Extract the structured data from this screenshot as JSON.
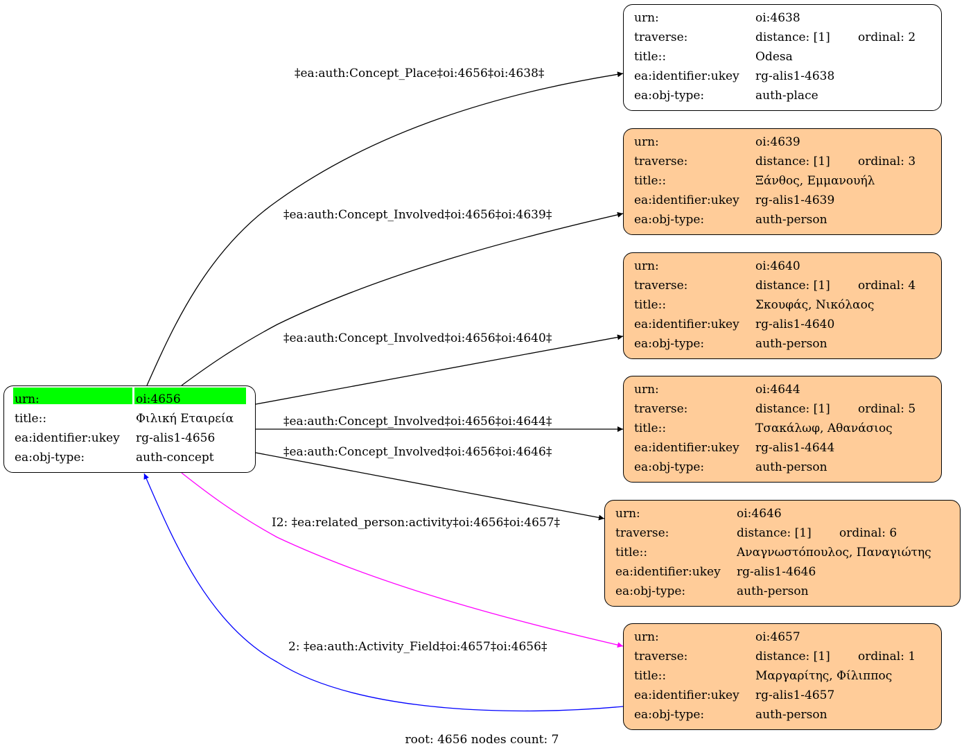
{
  "root_node": {
    "urn_label": "urn:",
    "urn": "oi:4656",
    "title_label": "title::",
    "title": "Φιλική Εταιρεία",
    "ukey_label": "ea:identifier:ukey",
    "ukey": "rg-alis1-4656",
    "type_label": "ea:obj-type:",
    "type": "auth-concept"
  },
  "labels": {
    "urn": "urn:",
    "traverse": "traverse:",
    "title": "title::",
    "ukey": "ea:identifier:ukey",
    "type": "ea:obj-type:"
  },
  "nodes": [
    {
      "urn": "oi:4638",
      "distance": "distance: [1]",
      "ordinal": "ordinal: 2",
      "title": "Odesa",
      "ukey": "rg-alis1-4638",
      "type": "auth-place"
    },
    {
      "urn": "oi:4639",
      "distance": "distance: [1]",
      "ordinal": "ordinal: 3",
      "title": "Ξάνθος, Εμμανουήλ",
      "ukey": "rg-alis1-4639",
      "type": "auth-person"
    },
    {
      "urn": "oi:4640",
      "distance": "distance: [1]",
      "ordinal": "ordinal: 4",
      "title": "Σκουφάς, Νικόλαος",
      "ukey": "rg-alis1-4640",
      "type": "auth-person"
    },
    {
      "urn": "oi:4644",
      "distance": "distance: [1]",
      "ordinal": "ordinal: 5",
      "title": "Τσακάλωφ, Αθανάσιος",
      "ukey": "rg-alis1-4644",
      "type": "auth-person"
    },
    {
      "urn": "oi:4646",
      "distance": "distance: [1]",
      "ordinal": "ordinal: 6",
      "title": "Αναγνωστόπουλος, Παναγιώτης",
      "ukey": "rg-alis1-4646",
      "type": "auth-person"
    },
    {
      "urn": "oi:4657",
      "distance": "distance: [1]",
      "ordinal": "ordinal: 1",
      "title": "Μαργαρίτης, Φίλιππος",
      "ukey": "rg-alis1-4657",
      "type": "auth-person"
    }
  ],
  "edges": [
    {
      "label": "‡ea:auth:Concept_Place‡oi:4656‡oi:4638‡",
      "color": "#000000"
    },
    {
      "label": "‡ea:auth:Concept_Involved‡oi:4656‡oi:4639‡",
      "color": "#000000"
    },
    {
      "label": "‡ea:auth:Concept_Involved‡oi:4656‡oi:4640‡",
      "color": "#000000"
    },
    {
      "label": "‡ea:auth:Concept_Involved‡oi:4656‡oi:4644‡",
      "color": "#000000"
    },
    {
      "label": "‡ea:auth:Concept_Involved‡oi:4656‡oi:4646‡",
      "color": "#000000"
    },
    {
      "label": "I2: ‡ea:related_person:activity‡oi:4656‡oi:4657‡",
      "color": "#ff00ff"
    },
    {
      "label": "2: ‡ea:auth:Activity_Field‡oi:4657‡oi:4656‡",
      "color": "#0000ff"
    }
  ],
  "colors": {
    "root_highlight": "#00ff00",
    "person_fill": "#ffcc99",
    "place_fill": "#ffffff"
  },
  "footer": "root: 4656 nodes count: 7"
}
